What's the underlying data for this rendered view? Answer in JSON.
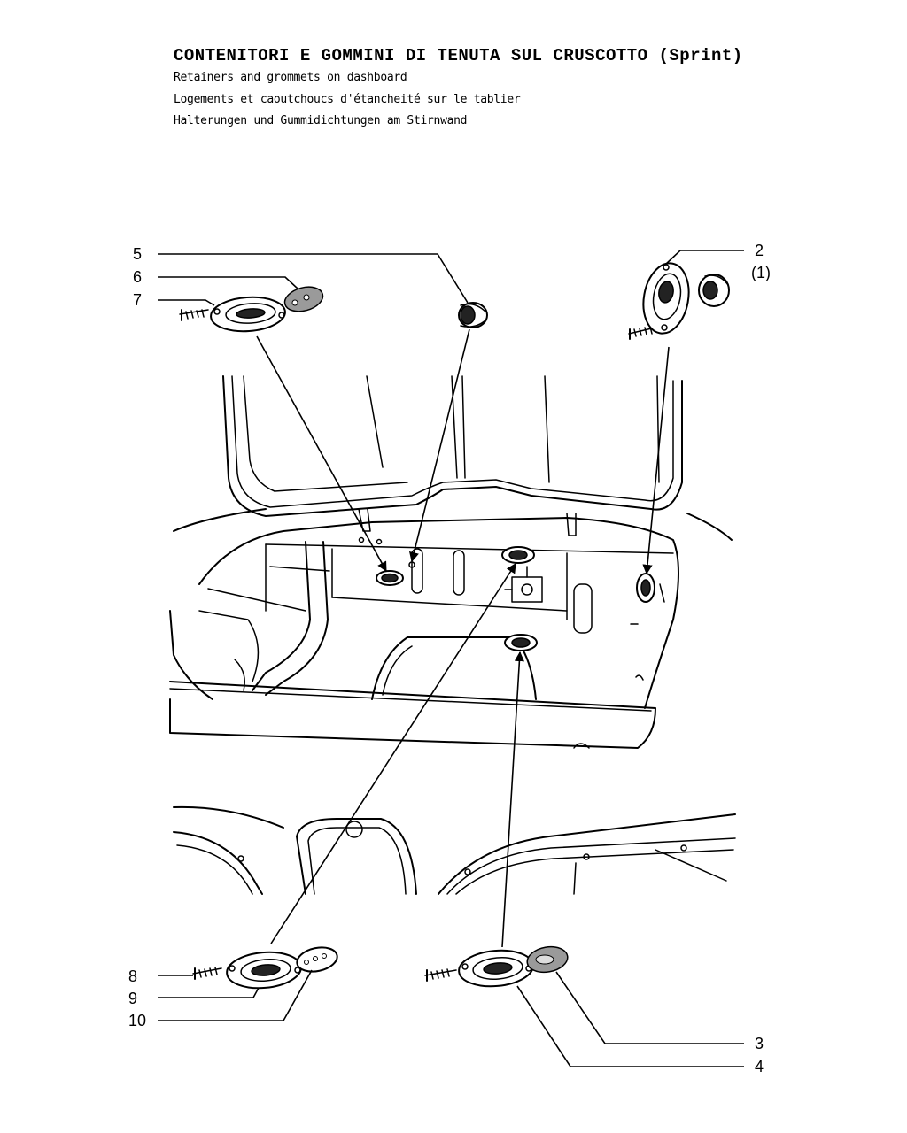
{
  "header": {
    "title": "CONTENITORI E GOMMINI DI TENUTA SUL CRUSCOTTO (Sprint)",
    "subtitles": [
      "Retainers and grommets on dashboard",
      "Logements et caoutchoucs d'étancheité sur le tablier",
      "Halterungen und Gummidichtungen am Stirnwand"
    ]
  },
  "callouts": {
    "c5": "5",
    "c6": "6",
    "c7": "7",
    "c2": "2",
    "c1": "(1)",
    "c8": "8",
    "c9": "9",
    "c10": "10",
    "c3": "3",
    "c4": "4"
  }
}
